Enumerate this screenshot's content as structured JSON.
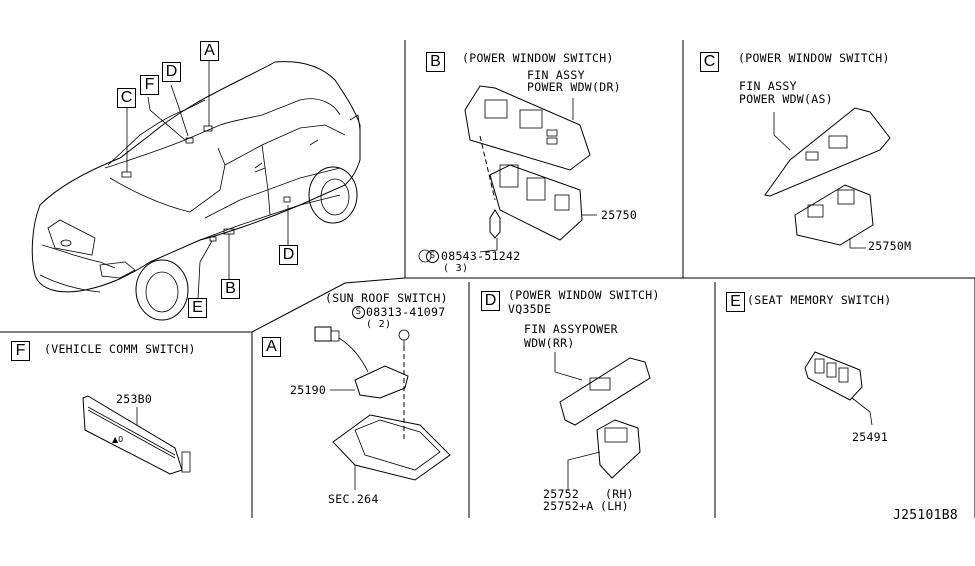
{
  "diagram": {
    "title": "Switch location diagram",
    "drawing_code": "J25101B8",
    "overview": {
      "callouts": [
        "A",
        "C",
        "F",
        "D",
        "D",
        "B",
        "E"
      ]
    },
    "panels": [
      {
        "key": "B",
        "title": "(POWER WINDOW SWITCH)",
        "notes": [
          "FIN ASSY",
          "POWER WDW(DR)"
        ],
        "parts": [
          {
            "number": "25750"
          },
          {
            "number": "08543-51242",
            "qty": "( 3)",
            "symbol": "S"
          }
        ]
      },
      {
        "key": "C",
        "title": "(POWER WINDOW SWITCH)",
        "notes": [
          "FIN ASSY",
          "POWER WDW(AS)"
        ],
        "parts": [
          {
            "number": "25750M"
          }
        ]
      },
      {
        "key": "F",
        "title": "(VEHICLE COMM SWITCH)",
        "parts": [
          {
            "number": "253B0"
          }
        ]
      },
      {
        "key": "A",
        "title": "(SUN ROOF SWITCH)",
        "parts": [
          {
            "number": "08313-41097",
            "qty": "( 2)",
            "symbol": "S"
          },
          {
            "number": "25190"
          },
          {
            "number": "SEC.264"
          }
        ]
      },
      {
        "key": "D",
        "title": "(POWER WINDOW SWITCH)",
        "subtitle": "VQ35DE",
        "notes": [
          "FIN ASSYPOWER",
          "WDW(RR)"
        ],
        "parts": [
          {
            "number": "25752",
            "side": "(RH)"
          },
          {
            "number": "25752+A",
            "side": "(LH)"
          }
        ]
      },
      {
        "key": "E",
        "title": "(SEAT MEMORY SWITCH)",
        "parts": [
          {
            "number": "25491"
          }
        ]
      }
    ]
  },
  "colors": {
    "ink": "#000000",
    "paper": "#ffffff"
  }
}
